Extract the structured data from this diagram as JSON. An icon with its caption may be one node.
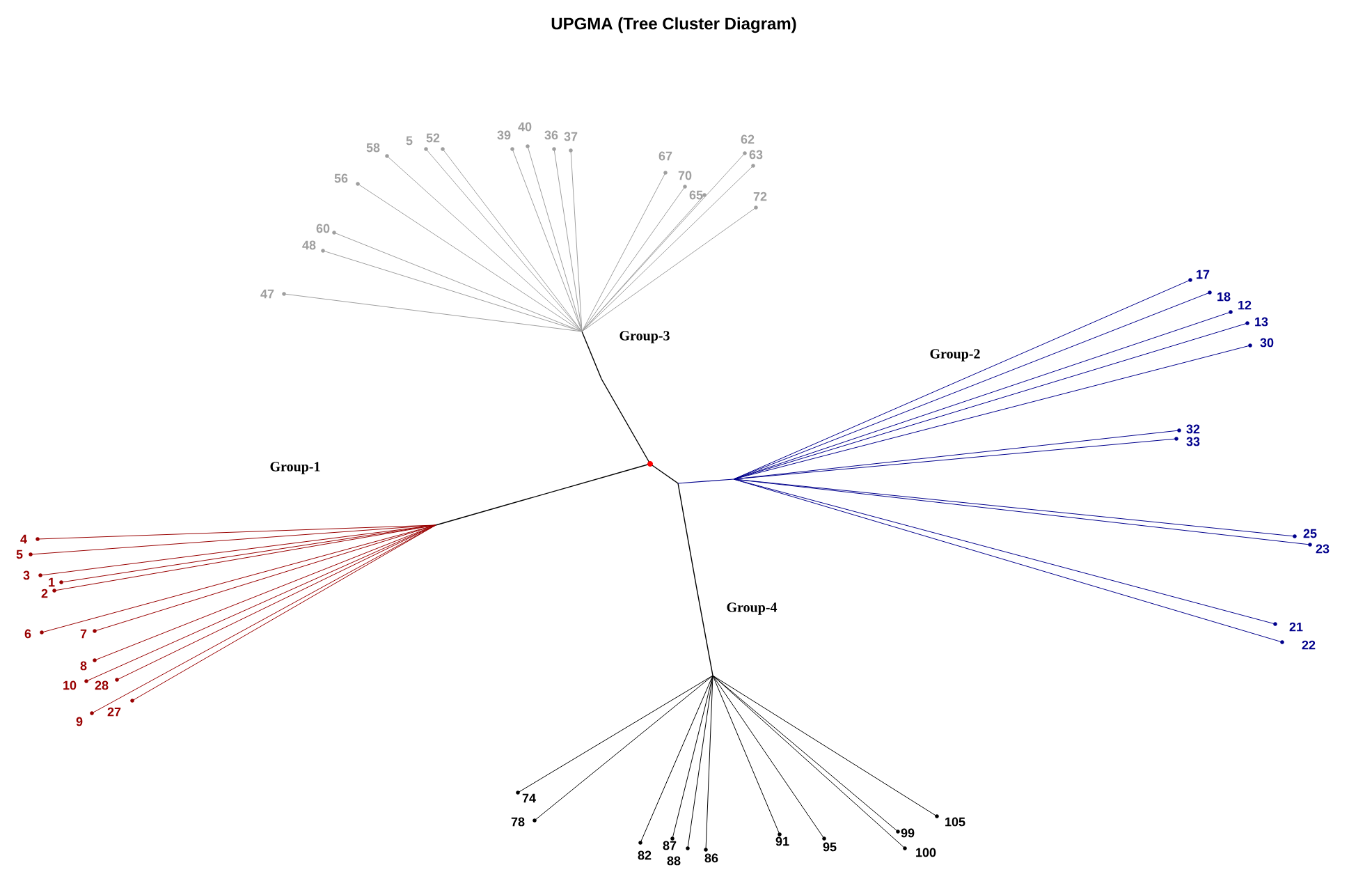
{
  "diagram": {
    "title": "UPGMA (Tree Cluster Diagram)",
    "labels": [
      "Group-3",
      "Group-2",
      "Group-1",
      "Group-4",
      "39",
      "40",
      "36",
      "37",
      "58",
      "5",
      "52",
      "56",
      "60",
      "48",
      "47",
      "67",
      "70",
      "65",
      "62",
      "63",
      "72",
      "17",
      "18",
      "12",
      "13",
      "30",
      "32",
      "33",
      "25",
      "23",
      "21",
      "22",
      "4",
      "5",
      "3",
      "1",
      "2",
      "6",
      "7",
      "8",
      "10",
      "28",
      "9",
      "27",
      "74",
      "78",
      "82",
      "87",
      "88",
      "86",
      "91",
      "95",
      "99",
      "100",
      "105"
    ]
  }
}
